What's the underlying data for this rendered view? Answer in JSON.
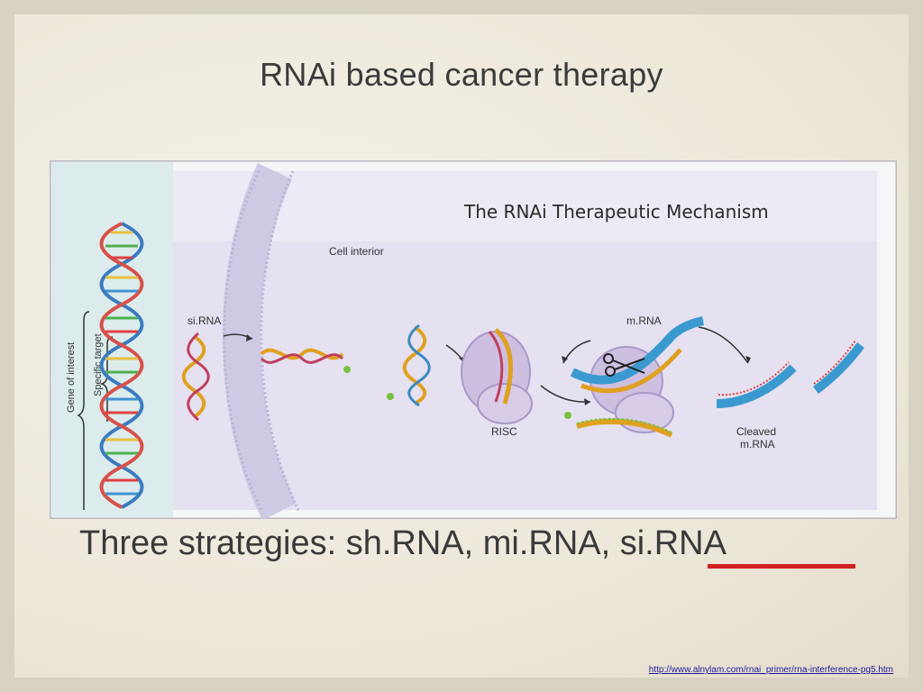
{
  "slide": {
    "title": "RNAi based cancer therapy",
    "subtitle": "Three strategies: sh.RNA, mi.RNA, si.RNA",
    "source_link": "http://www.alnylam.com/rnai_primer/rna-interference-pg5.htm"
  },
  "figure": {
    "heading": "The RNAi Therapeutic Mechanism",
    "labels": {
      "cell_interior": "Cell interior",
      "sirna": "si.RNA",
      "mrna": "m.RNA",
      "risc": "RISC",
      "cleaved": [
        "Cleaved",
        "m.RNA"
      ],
      "gene_of_interest": "Gene of interest",
      "specific_target": "Specific target"
    }
  },
  "colors": {
    "accent_underline": "#d02020",
    "panel_bg": "#e4e0ef",
    "membrane": "#cdc7e3"
  }
}
